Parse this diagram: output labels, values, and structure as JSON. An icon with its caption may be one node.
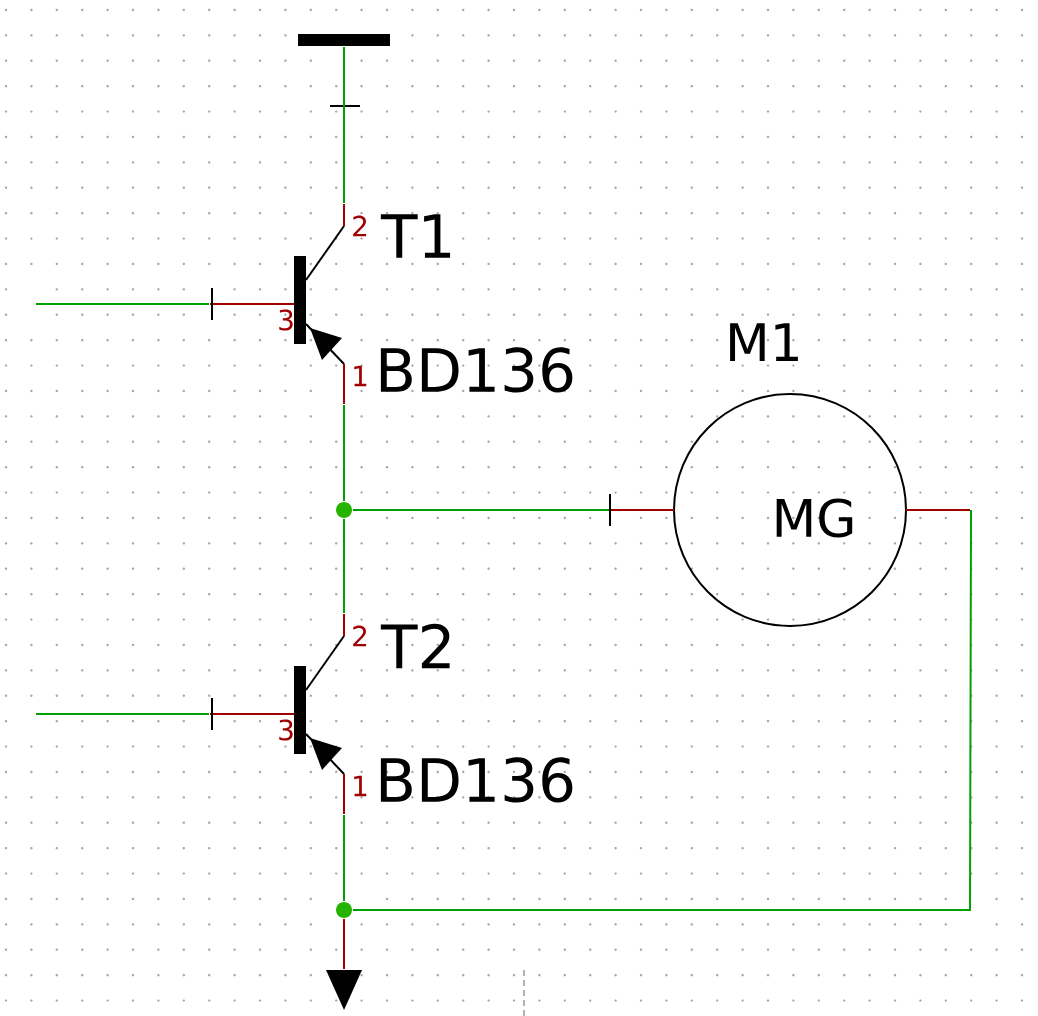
{
  "diagram": {
    "nodes": [
      {
        "text": [],
        "shape": "bar"
      },
      {
        "text": [
          "T1",
          "BD136"
        ]
      },
      {
        "text": [],
        "shape": "circle"
      },
      {
        "text": [
          "M1",
          "MG"
        ]
      },
      {
        "text": [
          "T2",
          "BD136"
        ]
      },
      {
        "text": [],
        "shape": "circle"
      },
      {
        "text": [],
        "shape": "triangle"
      }
    ],
    "edges": [
      {
        "from": 0,
        "to": 1,
        "arrow": "none"
      },
      {
        "from": null,
        "to": 1,
        "arrow": "none"
      },
      {
        "from": 1,
        "to": 2,
        "arrow": "none"
      },
      {
        "from": 2,
        "to": 3,
        "arrow": "none"
      },
      {
        "from": 2,
        "to": 4,
        "arrow": "none"
      },
      {
        "from": null,
        "to": 4,
        "arrow": "none"
      },
      {
        "from": 4,
        "to": 5,
        "arrow": "none"
      },
      {
        "from": 3,
        "to": 5,
        "arrow": "none"
      },
      {
        "from": 5,
        "to": 6,
        "arrow": "none",
        "color": "#a00000"
      }
    ],
    "labels": [
      "2",
      "3",
      "1",
      "2",
      "3",
      "1"
    ]
  }
}
